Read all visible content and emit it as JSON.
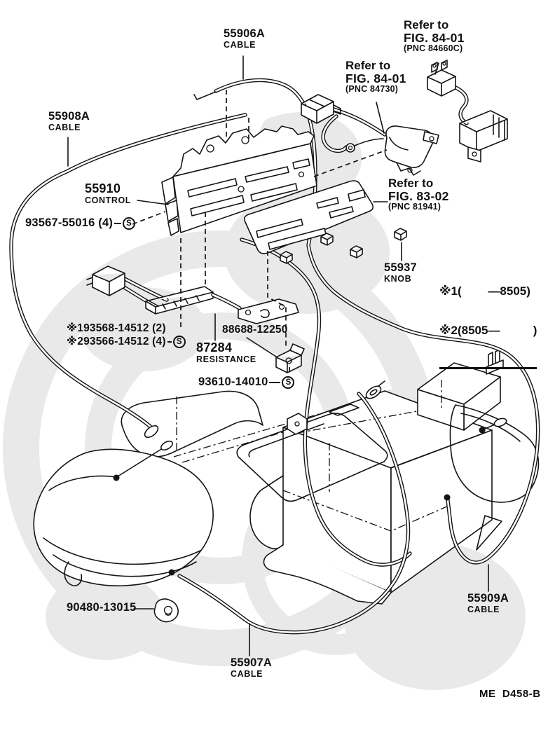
{
  "doc": {
    "code": "ME  D458-B",
    "type": "parts-diagram",
    "subject": "heater control cables and control assembly"
  },
  "symbols": {
    "screw_abbrev": "S"
  },
  "parts": {
    "cable_55906a": {
      "number": "55906A",
      "name": "CABLE"
    },
    "cable_55908a": {
      "number": "55908A",
      "name": "CABLE"
    },
    "control_55910": {
      "number": "55910",
      "name": "CONTROL"
    },
    "screw_93567": {
      "number": "93567-55016 (4)"
    },
    "knob_55937": {
      "number": "55937",
      "name": "KNOB"
    },
    "screw_93568": {
      "number": "※193568-14512 (2)"
    },
    "screw_93566": {
      "number": "※293566-14512 (4)"
    },
    "bracket_88688": {
      "number": "88688-12250"
    },
    "resistance_87284": {
      "number": "87284",
      "name": "RESISTANCE"
    },
    "screw_93610": {
      "number": "93610-14010"
    },
    "grommet_90480": {
      "number": "90480-13015"
    },
    "cable_55907a": {
      "number": "55907A",
      "name": "CABLE"
    },
    "cable_55909a": {
      "number": "55909A",
      "name": "CABLE"
    }
  },
  "references": {
    "fig_84_01_upper": {
      "refer": "Refer to",
      "fig": "FIG. 84-01",
      "pnc": "(PNC 84660C)"
    },
    "fig_84_01_lower": {
      "refer": "Refer to",
      "fig": "FIG. 84-01",
      "pnc": "(PNC 84730)"
    },
    "fig_83_02": {
      "refer": "Refer to",
      "fig": "FIG. 83-02",
      "pnc": "(PNC 81941)"
    }
  },
  "notes": {
    "applicability_1": "※1(        —8505)",
    "applicability_2": "※2(8505—          )"
  }
}
